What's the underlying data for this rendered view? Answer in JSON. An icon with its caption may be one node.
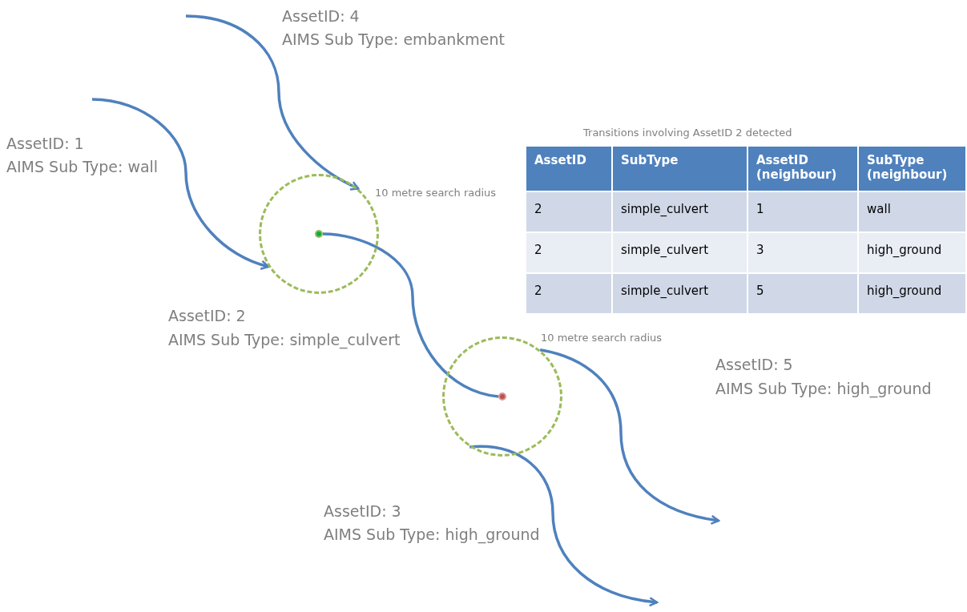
{
  "diagram": {
    "nodes": [
      {
        "text": [],
        "shape": "circle",
        "beside": [
          "10 metre search radius"
        ]
      },
      {
        "text": [],
        "shape": "circle",
        "beside": [
          "10 metre search radius"
        ]
      },
      {
        "text": [],
        "shape": "circle",
        "in": 0
      },
      {
        "text": [],
        "shape": "circle",
        "in": 1
      }
    ],
    "edges": [
      {
        "from": null,
        "to": 0,
        "arrow": "to"
      },
      {
        "from": null,
        "to": 0,
        "arrow": "to"
      },
      {
        "from": 2,
        "to": 3,
        "arrow": "none"
      },
      {
        "from": 1,
        "to": null,
        "arrow": "to"
      },
      {
        "from": 1,
        "to": null,
        "arrow": "to"
      }
    ],
    "labels": [
      "AssetID: 4",
      "AIMS Sub Type: embankment",
      "AssetID: 1",
      "AIMS Sub Type: wall",
      "Transitions involving AssetID 2 detected",
      "AssetID",
      "SubType",
      "AssetID (neighbour)",
      "SubType (neighbour)",
      "2",
      "simple_culvert",
      "1",
      "wall",
      "2",
      "simple_culvert",
      "3",
      "high_ground",
      "2",
      "simple_culvert",
      "5",
      "high_ground",
      "AssetID: 2",
      "AIMS Sub Type: simple_culvert",
      "AssetID: 5",
      "AIMS Sub Type: high_ground",
      "AssetID: 3",
      "AIMS Sub Type: high_ground"
    ]
  }
}
